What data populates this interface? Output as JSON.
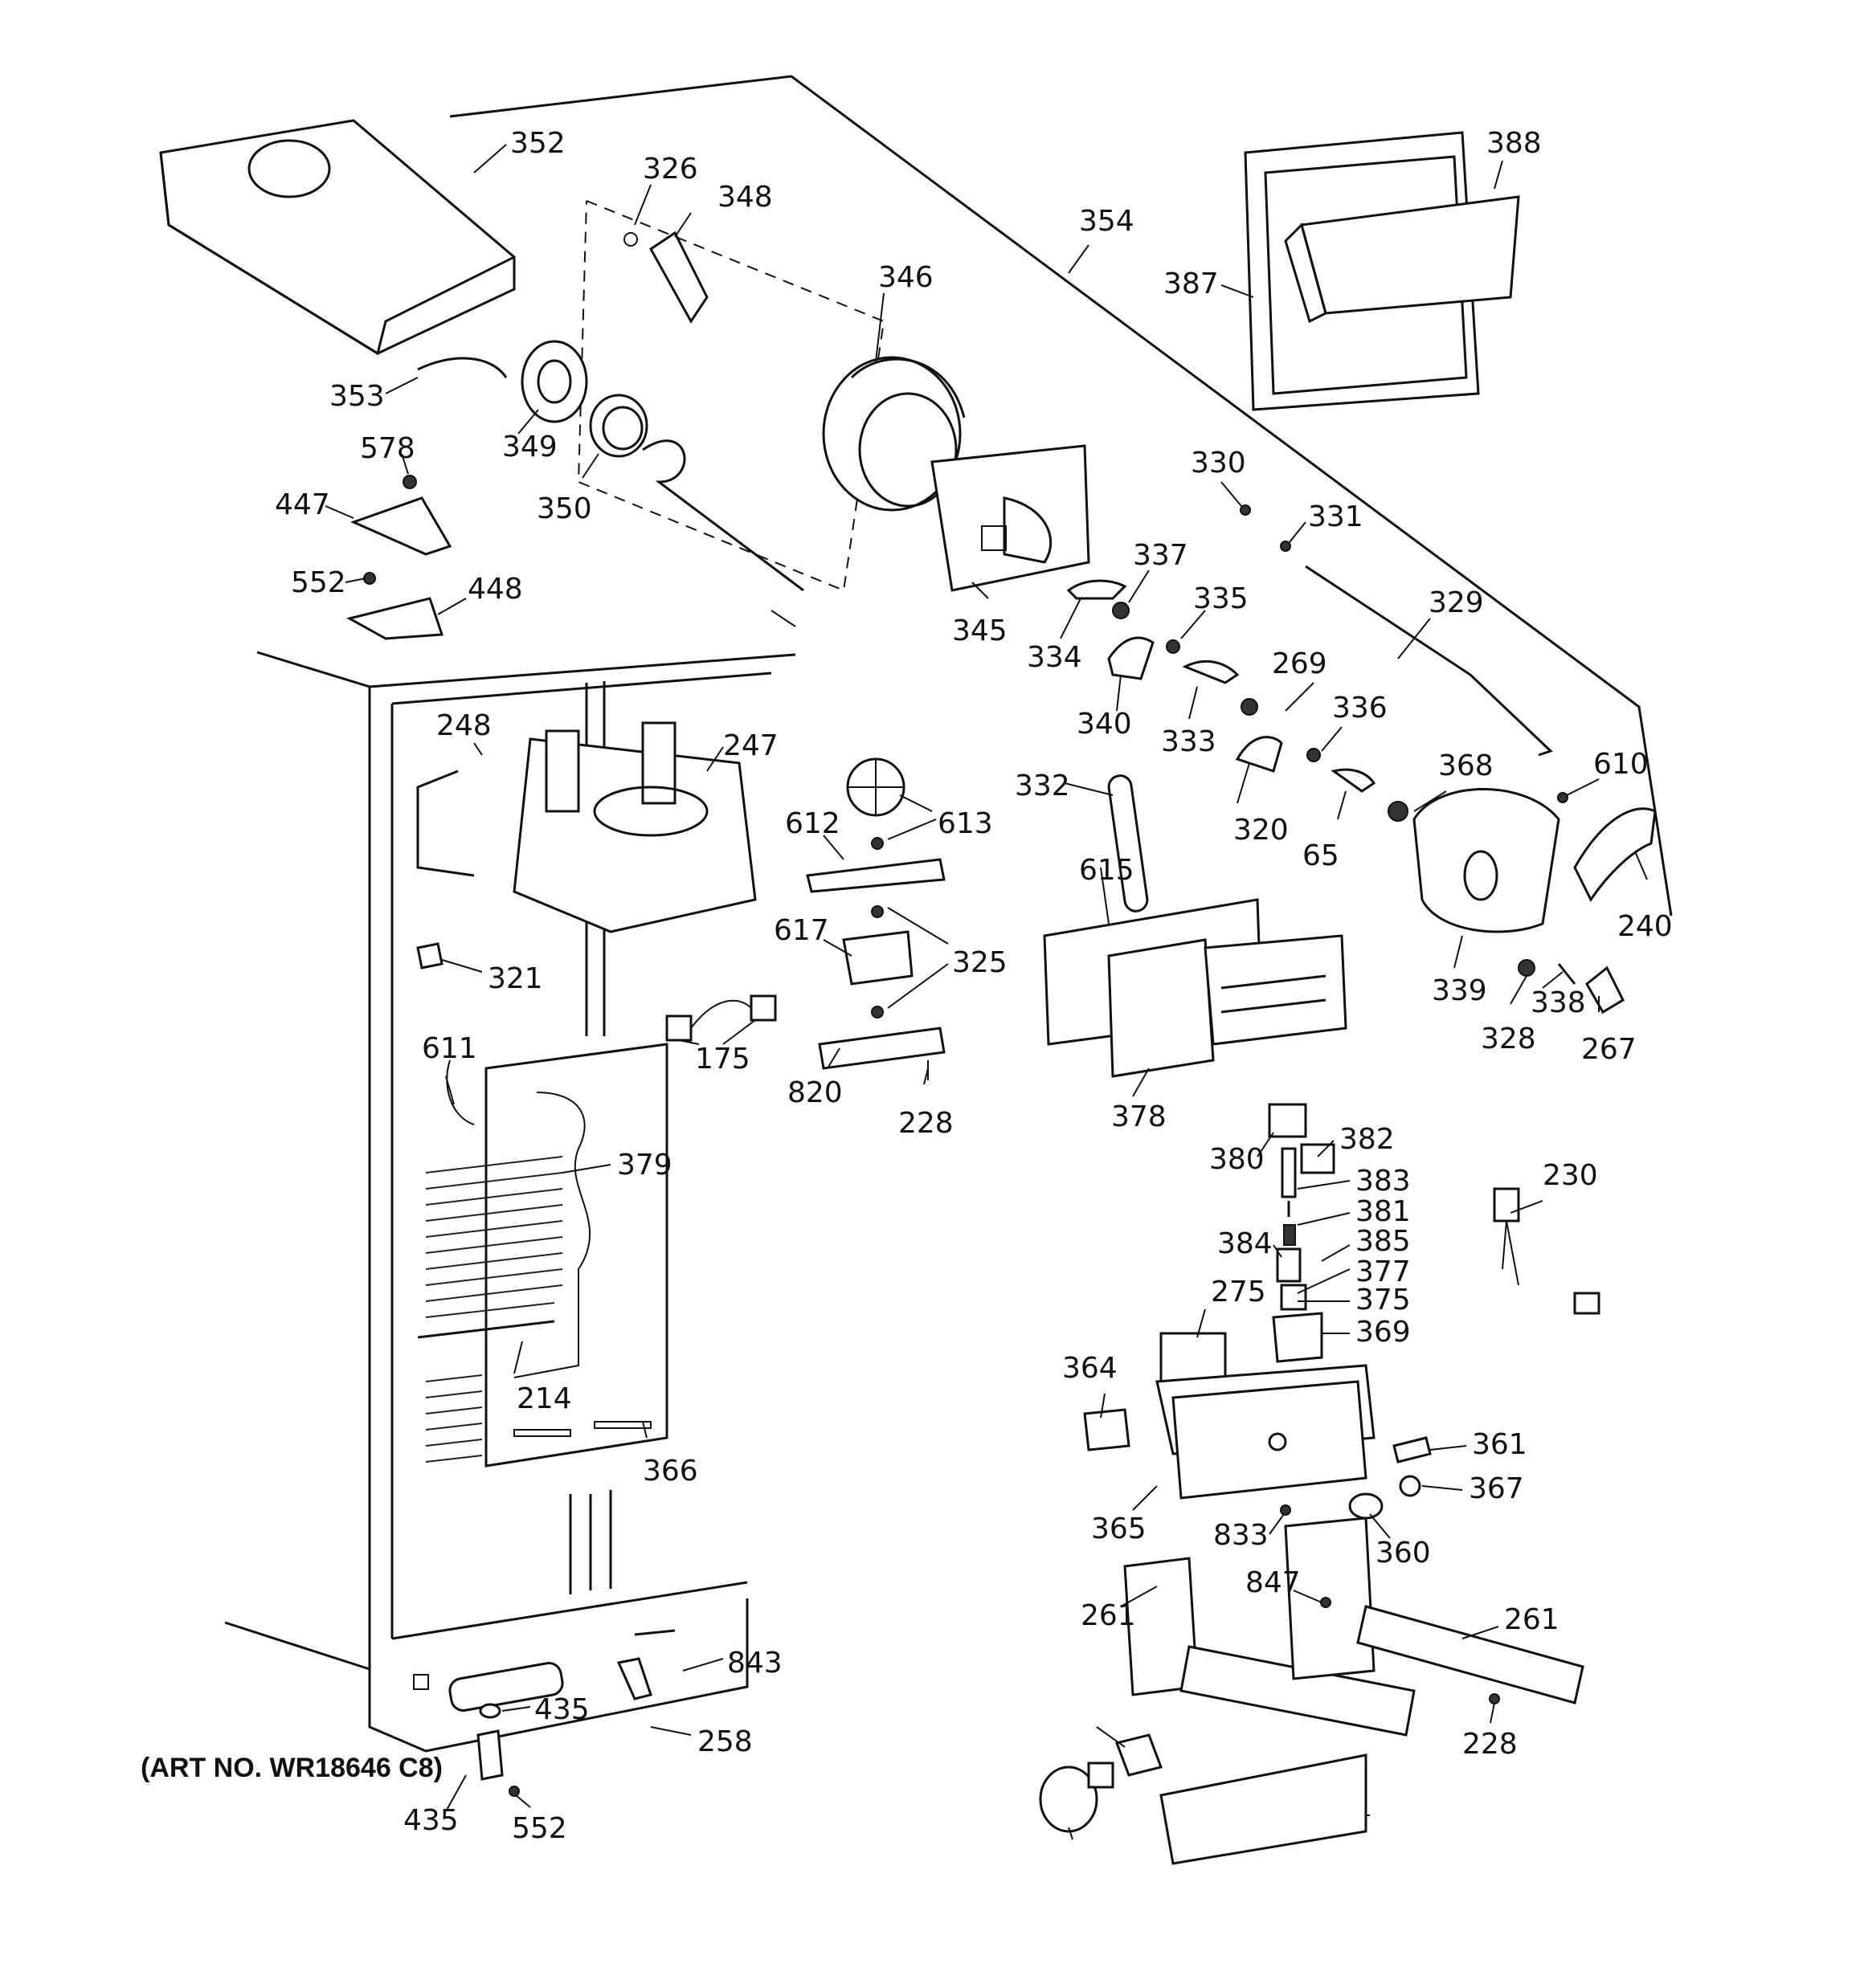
{
  "art_number": "(ART NO. WR18646 C8)",
  "part_labels": [
    "352",
    "326",
    "348",
    "346",
    "354",
    "388",
    "387",
    "353",
    "349",
    "578",
    "447",
    "350",
    "552",
    "448",
    "330",
    "331",
    "337",
    "335",
    "345",
    "334",
    "340",
    "333",
    "329",
    "248",
    "247",
    "612",
    "613",
    "269",
    "336",
    "332",
    "320",
    "65",
    "368",
    "610",
    "615",
    "617",
    "325",
    "321",
    "339",
    "328",
    "338",
    "240",
    "267",
    "611",
    "175",
    "820",
    "228",
    "378",
    "379",
    "380",
    "382",
    "383",
    "381",
    "384",
    "385",
    "377",
    "375",
    "369",
    "230",
    "275",
    "214",
    "364",
    "366",
    "361",
    "367",
    "365",
    "833",
    "360",
    "847",
    "261",
    "843",
    "435",
    "258"
  ]
}
